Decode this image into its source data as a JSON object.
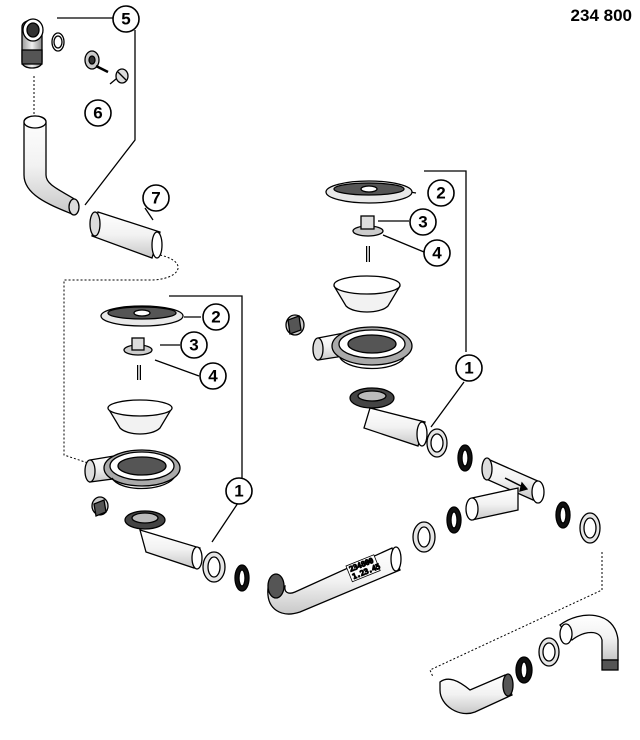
{
  "reference_number": "234 800",
  "part_numbers": [
    "5",
    "6",
    "7",
    "2",
    "3",
    "4",
    "1",
    "2",
    "3",
    "4",
    "1"
  ],
  "pipe_label": {
    "line1": "234800",
    "line2": "1.23.45"
  },
  "colors": {
    "outline": "#000000",
    "shade_light": "#e6e6e6",
    "shade_mid": "#bdbdbd",
    "shade_dark": "#555555"
  }
}
